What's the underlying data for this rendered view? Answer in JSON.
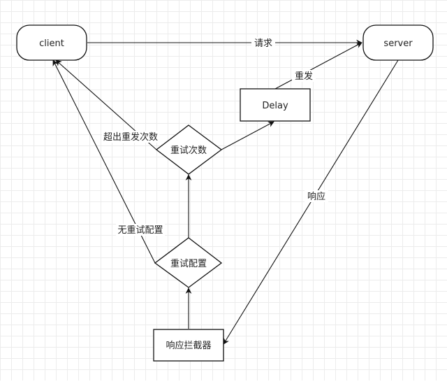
{
  "nodes": {
    "client": "client",
    "server": "server",
    "delay": "Delay",
    "retry_count": "重试次数",
    "retry_config": "重试配置",
    "response_interceptor": "响应拦截器"
  },
  "edges": {
    "request": "请求",
    "resend": "重发",
    "exceed_retry_count": "超出重发次数",
    "response": "响应",
    "no_retry_config": "无重试配置"
  }
}
